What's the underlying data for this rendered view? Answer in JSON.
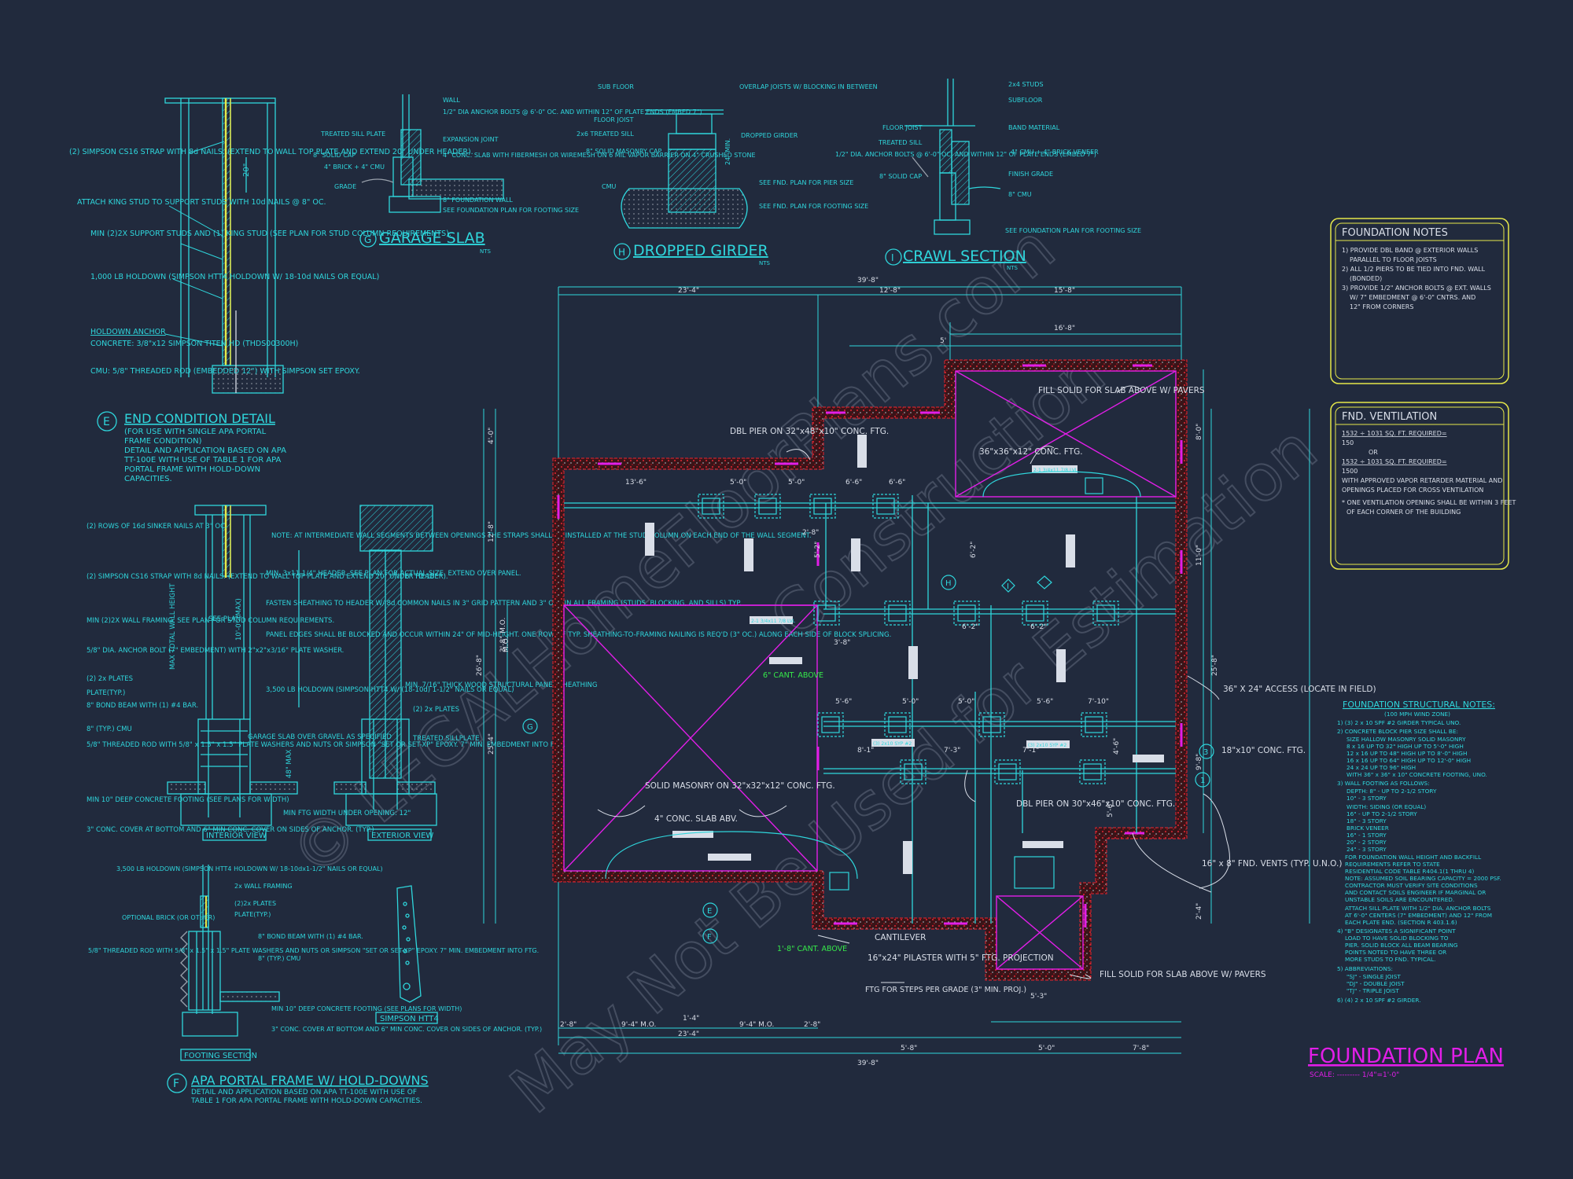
{
  "colors": {
    "background": "#212a3d",
    "cyan": "#2fd6dc",
    "white": "#d9dee8",
    "magenta": "#e21ee8",
    "red": "#c8242f",
    "yellow": "#e6e84a",
    "green": "#36e84a",
    "grey": "#9aa2ad"
  },
  "watermark": {
    "line1": "© LEGALHomeFloorPlans.com",
    "line2": "Construction",
    "line3": "May Not Be Used for Estimation"
  },
  "details": {
    "garage_slab": {
      "marker": "G",
      "title": "GARAGE SLAB",
      "scale": "NTS",
      "labels": [
        "WALL",
        "1/2\" DIA ANCHOR BOLTS @ 6'-0\" OC. AND WITHIN 12\" OF PLATE ENDS (EMBED 7\")",
        "EXPANSION JOINT",
        "TREATED SILL PLATE",
        "8\" SOLID CAP",
        "4\" BRICK + 4\" CMU",
        "GRADE",
        "4\" CONC. SLAB WITH FIBERMESH OR WIREMESH ON 6 MIL VAPOR BARRIER ON 4\" CRUSHED STONE",
        "8\" FOUNDATION WALL",
        "SEE FOUNDATION PLAN FOR FOOTING SIZE"
      ]
    },
    "dropped_girder": {
      "marker": "H",
      "title": "DROPPED GIRDER",
      "scale": "NTS",
      "labels": [
        "SUB FLOOR",
        "OVERLAP JOISTS W/ BLOCKING IN BETWEEN",
        "FLOOR JOIST",
        "2x6 TREATED SILL",
        "DROPPED GIRDER",
        "8\" SOLID MASONRY CAP",
        "CMU",
        "SEE FND. PLAN FOR PIER SIZE",
        "SEE FND. PLAN FOR FOOTING SIZE",
        "24\" MIN."
      ]
    },
    "crawl_section": {
      "marker": "I",
      "title": "CRAWL SECTION",
      "scale": "NTS",
      "labels": [
        "2x4 STUDS",
        "SUBFLOOR",
        "FLOOR JOIST",
        "BAND MATERIAL",
        "TREATED SILL",
        "1/2\" DIA. ANCHOR BOLTS @ 6'-0\" OC. AND WITHIN 12\" OF PLATE ENDS (EMBED 7\")",
        "4\" CMU + 4\" BRICK VENEER",
        "8\" SOLID CAP",
        "FINISH GRADE",
        "8\" CMU",
        "SEE FOUNDATION PLAN FOR FOOTING SIZE"
      ]
    },
    "end_condition": {
      "marker": "E",
      "title": "END CONDITION DETAIL",
      "note": [
        "(FOR USE WITH SINGLE APA PORTAL",
        "FRAME CONDITION)",
        "DETAIL AND APPLICATION BASED ON APA",
        "TT-100E WITH USE OF TABLE 1 FOR APA",
        "PORTAL FRAME WITH HOLD-DOWN",
        "CAPACITIES."
      ],
      "labels": [
        "(2) SIMPSON CS16 STRAP WITH 8d NAILS. (EXTEND TO WALL TOP PLATE AND EXTEND 20\" UNDER HEADER).",
        "ATTACH KING STUD TO SUPPORT STUDS WITH 10d NAILS @ 8\" OC.",
        "MIN (2)2X SUPPORT STUDS AND (1) KING STUD (SEE PLAN FOR STUD COLUMN REQUIREMENTS).",
        "1,000 LB HOLDOWN (SIMPSON HTT4 HOLDOWN W/ 18-10d NAILS OR EQUAL)",
        "HOLDOWN ANCHOR",
        "CONCRETE: 3/8\"x12 SIMPSON TITEN HD (THDS00300H)",
        "CMU: 5/8\" THREADED ROD (EMBEDDED 12\") WITH SIMPSON SET EPOXY.",
        "20\""
      ]
    },
    "portal_frame": {
      "marker": "F",
      "title": "APA PORTAL FRAME W/ HOLD-DOWNS",
      "note": [
        "DETAIL AND APPLICATION BASED ON APA TT-100E WITH USE OF",
        "TABLE 1 FOR APA PORTAL FRAME WITH HOLD-DOWN CAPACITIES."
      ],
      "interior_view": "INTERIOR VIEW",
      "exterior_view": "EXTERIOR VIEW",
      "footing_section": "FOOTING SECTION",
      "simpson": "SIMPSON HTT4",
      "left_labels": [
        "(2) ROWS OF 16d SINKER NAILS AT 3\" OC.",
        "(2) SIMPSON CS16 STRAP WITH 8d NAILS. (EXTEND TO WALL TOP PLATE AND EXTEND 20\" UNDER HEADER).",
        "MIN (2)2X WALL FRAMING. SEE PLAN FOR STUD COLUMN REQUIREMENTS.",
        "5/8\" DIA. ANCHOR BOLT (7\" EMBEDMENT) WITH 2\"x2\"x3/16\" PLATE WASHER.",
        "(2) 2x PLATES",
        "PLATE(TYP.)",
        "8\" BOND BEAM WITH (1) #4 BAR.",
        "8\" (TYP.) CMU",
        "5/8\" THREADED ROD WITH 5/8\" x 1.5\" x 1.5\" PLATE WASHERS AND NUTS OR SIMPSON \"SET OR SET-XP\" EPOXY. 7\" MIN. EMBEDMENT INTO FTG.",
        "MIN 10\" DEEP CONCRETE FOOTING (SEE PLANS FOR WIDTH)",
        "3\" CONC. COVER AT BOTTOM AND 6\" MIN CONC. COVER ON SIDES OF ANCHOR. (TYP.)"
      ],
      "right_labels": [
        "NOTE: AT INTERMEDIATE WALL SEGMENTS BETWEEN OPENINGS THE STRAPS SHALL BE INSTALLED AT THE STUD COLUMN ON EACH END OF THE WALL SEGMENT.",
        "MIN. 3x11-1/4\" HEADER. SEE PLAN FOR ACTUAL SIZE. EXTEND OVER PANEL.",
        "FASTEN SHEATHING TO HEADER W/ 8d COMMON NAILS IN 3\" GRID PATTERN AND 3\" O.C. IN ALL FRAMING (STUDS, BLOCKING, AND SILLS) TYP.",
        "PANEL EDGES SHALL BE BLOCKED AND OCCUR WITHIN 24\" OF MID-HEIGHT. ONE ROW OF TYP. SHEATHING-TO-FRAMING NAILING IS REQ'D (3\" OC.) ALONG EACH SIDE OF BLOCK SPLICING.",
        "3,500 LB HOLDOWN (SIMPSON HTT4 W/ (18-10d) 1-1/2\" NAILS OR EQUAL)",
        "MIN. 7/16\" THICK WOOD STRUCTURAL PANEL SHEATHING",
        "(2) 2x PLATES",
        "TREATED SILLPLATE",
        "GARAGE SLAB OVER GRAVEL AS SPECIFIED",
        "6\" TO 18\"",
        "SEE PLAN",
        "10'-0\" (MAX)",
        "MAX TOTAL WALL HEIGHT",
        "48\" MAX",
        "MIN FTG WIDTH UNDER OPENING: 12\""
      ],
      "footing_labels": [
        "3,500 LB HOLDOWN (SIMPSON HTT4 HOLDOWN W/ 18-10dx1-1/2\" NAILS OR EQUAL)",
        "2x WALL FRAMING",
        "(2)2x PLATES",
        "PLATE(TYP.)",
        "OPTIONAL BRICK (OR OTHER)",
        "8\" BOND BEAM WITH (1) #4 BAR.",
        "8\" (TYP.) CMU",
        "5/8\" THREADED ROD WITH 5/8\" x 1.5\" x 1.5\" PLATE WASHERS AND NUTS OR SIMPSON \"SET OR SET-XP\" EPOXY. 7\" MIN. EMBEDMENT INTO FTG.",
        "MIN 10\" DEEP CONCRETE FOOTING (SEE PLANS FOR WIDTH)",
        "3\" CONC. COVER AT BOTTOM AND 6\" MIN CONC. COVER ON SIDES OF ANCHOR. (TYP.)"
      ]
    }
  },
  "plan": {
    "title": "FOUNDATION PLAN",
    "scale_label": "SCALE: --------- 1/4\"=1'-0\"",
    "dimensions": {
      "top": [
        "39'-8\"",
        "23'-4\"",
        "12'-8\"",
        "15'-8\"",
        "16'-8\""
      ],
      "bottom": [
        "39'-8\"",
        "23'-4\"",
        "2'-8\"",
        "9'-4\" M.O.",
        "1'-4\"",
        "9'-4\" M.O.",
        "2'-8\"",
        "5'-8\"",
        "5'-0\"",
        "7'-8\"",
        "5'-3\""
      ],
      "right": [
        "25'-8\"",
        "8'-0\"",
        "11'-0\"",
        "9'-8\"",
        "2'-4\""
      ],
      "left": [
        "26'-8\"",
        "12'-8\"",
        "25'-4\"",
        "4'-0\"",
        "3'-8\" M.O."
      ],
      "interior": [
        "13'-6\"",
        "5'-0\"",
        "5'-0\"",
        "6'-6\"",
        "6'-6\"",
        "6'-2\"",
        "6'-2\"",
        "5'-6\"",
        "5'-6\"",
        "5'-0\"",
        "5'-0\"",
        "7'-10\"",
        "8'-1\"",
        "7'-3\"",
        "7'-1\"",
        "3'-8\"",
        "2'-8\"",
        "5'-2\"",
        "4'-6\"",
        "5'-6\"",
        "6'-2\"",
        "5'"
      ]
    },
    "callouts": {
      "dbl_pier_1": "DBL PIER ON 32\"x48\"x10\" CONC. FTG.",
      "fill_solid_top": "FILL SOLID FOR SLAB ABOVE W/ PAVERS",
      "footing_36": "36\"x36\"x12\" CONC. FTG.",
      "solid_masonry": "SOLID MASONRY ON 32\"x32\"x12\" CONC. FTG.",
      "conc_slab": "4\" CONC. SLAB ABV.",
      "cant_above_6": "6\" CANT. ABOVE",
      "cant_above_1": "1'-8\" CANT. ABOVE",
      "access": "36\" X 24\" ACCESS (LOCATE IN FIELD)",
      "footing_18": "18\"x10\" CONC. FTG.",
      "dbl_pier_2": "DBL PIER ON 30\"x46\"x10\" CONC. FTG.",
      "vents": "16\" x 8\" FND. VENTS (TYP. U.N.O.)",
      "cantilever": "CANTILEVER",
      "pilaster": "16\"x24\" PILASTER WITH 5\" FTG. PROJECTION",
      "steps": "FTG FOR STEPS PER GRADE (3\" MIN. PROJ.)",
      "fill_solid_bottom": "FILL SOLID FOR SLAB ABOVE W/ PAVERS",
      "beam_label": "2-1 3/4x11 7/8 LVL",
      "beam_label_2": "(3) 2x10 SYP #2",
      "mo": "M.O.",
      "markers": [
        "G",
        "H",
        "I",
        "E",
        "F",
        "3",
        "1"
      ]
    }
  },
  "notes": {
    "foundation_notes": {
      "title": "FOUNDATION NOTES",
      "items": [
        "1) PROVIDE DBL BAND @ EXTERIOR WALLS",
        "PARALLEL TO FLOOR JOISTS",
        "2) ALL 1/2 PIERS TO BE TIED INTO FND. WALL",
        "(BONDED)",
        "3) PROVIDE 1/2\" ANCHOR BOLTS @ EXT. WALLS",
        "W/ 7\" EMBEDMENT @ 6'-0\" CNTRS. AND",
        "12\" FROM CORNERS"
      ]
    },
    "fnd_ventilation": {
      "title": "FND. VENTILATION",
      "items": [
        "1532 ÷ 1031 SQ. FT. REQUIRED=",
        "150",
        "OR",
        "1532 ÷ 1031 SQ. FT. REQUIRED=",
        "1500",
        "WITH APPROVED VAPOR RETARDER MATERIAL AND",
        "OPENINGS PLACED FOR CROSS VENTILATION",
        "* ONE VENTILATION OPENING SHALL BE WITHIN 3 FEET",
        "OF EACH CORNER OF THE BUILDING"
      ]
    },
    "structural": {
      "title": "FOUNDATION STRUCTURAL NOTES:",
      "items": [
        "(100 MPH WIND ZONE)",
        "1) (3) 2 x 10 SPF #2 GIRDER TYPICAL UNO.",
        "2) CONCRETE BLOCK PIER SIZE SHALL BE:",
        "SIZE       HALLOW MASONRY     SOLID MASONRY",
        "8 x 16      UP TO 32\" HIGH      UP TO 5'-0\" HIGH",
        "12 x 16     UP TO 48\" HIGH      UP TO 8'-0\" HIGH",
        "16 x 16     UP TO 64\" HIGH      UP TO 12'-0\" HIGH",
        "24 x 24     UP TO 96\" HIGH",
        "WITH 36\" x 36\" x 10\" CONCRETE FOOTING, UNO.",
        "3) WALL FOOTING AS FOLLOWS:",
        "DEPTH:  8\" - UP TO 2-1/2 STORY",
        "           10\" - 3 STORY",
        "WIDTH:  SIDING (OR EQUAL)",
        "           16\" - UP TO 2-1/2 STORY",
        "           18\" - 3 STORY",
        "           BRICK VENEER",
        "           16\" - 1 STORY",
        "           20\" - 2 STORY",
        "           24\" - 3 STORY",
        "FOR FOUNDATION WALL HEIGHT AND BACKFILL",
        "REQUIREMENTS REFER TO STATE",
        "RESIDENTIAL CODE TABLE R404.1(1 THRU 4)",
        "NOTE: ASSUMED SOIL BEARING CAPACITY = 2000 PSF.",
        "CONTRACTOR MUST VERIFY SITE CONDITIONS",
        "AND CONTACT SOILS ENGINEER IF MARGINAL OR",
        "UNSTABLE SOILS ARE ENCOUNTERED.",
        "ATTACH SILL PLATE WITH 1/2\" DIA. ANCHOR BOLTS",
        "AT 6'-0\" CENTERS (7\" EMBEDMENT) AND 12\" FROM",
        "EACH PLATE END. (SECTION R 403.1.6)",
        "4) \"B\" DESIGNATES A SIGNIFICANT POINT",
        "LOAD TO HAVE SOLID BLOCKING TO",
        "PIER. SOLID BLOCK ALL BEAM BEARING",
        "POINTS NOTED TO HAVE THREE OR",
        "MORE STUDS TO FND. TYPICAL.",
        "5) ABBREVIATIONS:",
        "\"SJ\" - SINGLE JOIST",
        "\"DJ\" - DOUBLE JOIST",
        "\"TJ\" - TRIPLE JOIST",
        "6) (4) 2 x 10 SPF #2 GIRDER."
      ]
    }
  }
}
